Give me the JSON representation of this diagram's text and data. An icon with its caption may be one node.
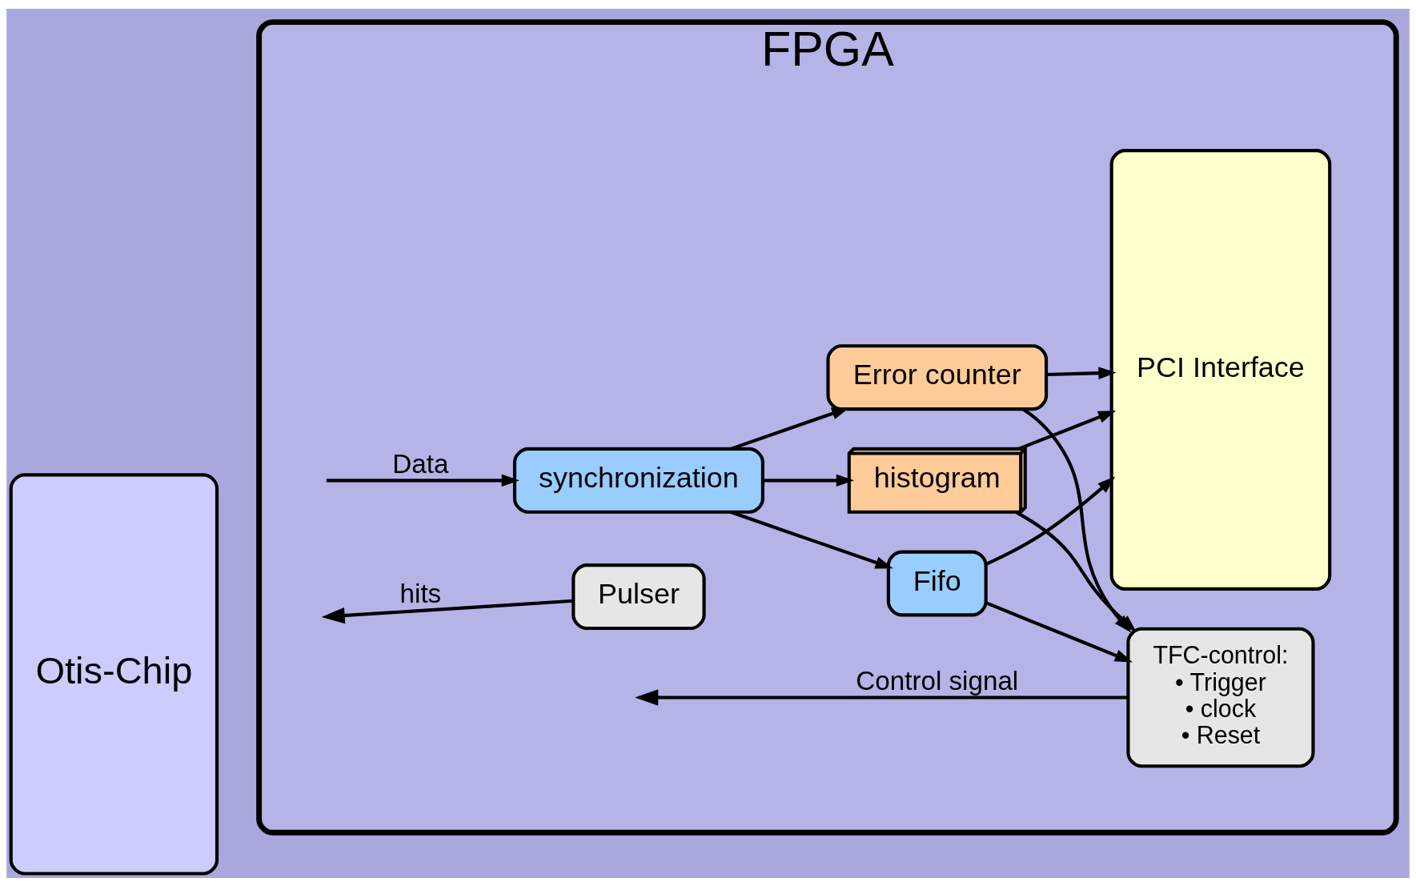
{
  "diagram": {
    "nodes": [
      {
        "text": [
          "Otis-Chip"
        ]
      },
      {
        "text": [
          "FPGA"
        ]
      },
      {
        "text": [
          "synchronization"
        ],
        "in": 1
      },
      {
        "text": [
          "Fifo"
        ],
        "in": 1
      },
      {
        "text": [
          "histogram"
        ],
        "in": 1
      },
      {
        "text": [
          "Pulser"
        ],
        "in": 1
      },
      {
        "text": [
          "Error counter"
        ],
        "in": 1
      },
      {
        "text": [
          "TFC-control:",
          "• Trigger",
          "• clock",
          "• Reset"
        ],
        "in": 1
      },
      {
        "text": [
          "PCI Interface"
        ],
        "in": 1
      }
    ],
    "edges": [
      {
        "from": null,
        "to": 2,
        "arrow": "to",
        "label": "Data"
      },
      {
        "from": 2,
        "to": 3,
        "arrow": "to"
      },
      {
        "from": 2,
        "to": 4,
        "arrow": "to"
      },
      {
        "from": 2,
        "to": 6,
        "arrow": "to"
      },
      {
        "from": 3,
        "to": 8,
        "arrow": "to"
      },
      {
        "from": 4,
        "to": 8,
        "arrow": "to"
      },
      {
        "from": 6,
        "to": 8,
        "arrow": "to"
      },
      {
        "from": 3,
        "to": 7,
        "arrow": "to"
      },
      {
        "from": 4,
        "to": 7,
        "arrow": "to"
      },
      {
        "from": 6,
        "to": 7,
        "arrow": "to"
      },
      {
        "from": 5,
        "to": null,
        "arrow": "to",
        "label": "hits"
      },
      {
        "from": 7,
        "to": null,
        "arrow": "to",
        "label": "Control signal"
      }
    ]
  }
}
